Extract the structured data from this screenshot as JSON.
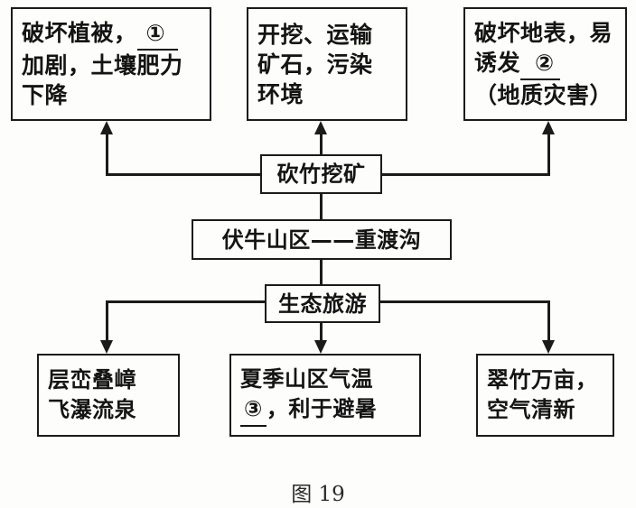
{
  "figure": {
    "caption": "图 19",
    "title_node": "伏牛山区——重渡沟"
  },
  "nodes": {
    "impact_vegetation": {
      "line1_before": "破坏植被，",
      "line1_blank": "①",
      "line2": "加剧，土壤肥力",
      "line3": "下降"
    },
    "impact_pollution": {
      "line1": "开挖、运输",
      "line2": "矿石，污染",
      "line3": "环境"
    },
    "impact_surface": {
      "line1": "破坏地表，易",
      "line2_before": "诱发",
      "line2_blank": "②",
      "line3": "（地质灾害）"
    },
    "mining": {
      "label": "砍竹挖矿"
    },
    "region": {
      "label": "伏牛山区——重渡沟"
    },
    "ecotourism": {
      "label": "生态旅游"
    },
    "scenery": {
      "line1": "层峦叠嶂",
      "line2": "飞瀑流泉"
    },
    "climate": {
      "line1": "夏季山区气温",
      "line2_blank": "③",
      "line2_after": "，利于避暑"
    },
    "bamboo": {
      "line1": "翠竹万亩，",
      "line2": "空气清新"
    }
  },
  "colors": {
    "ink": "#1b1b1b",
    "paper": "#fdfdfb"
  }
}
